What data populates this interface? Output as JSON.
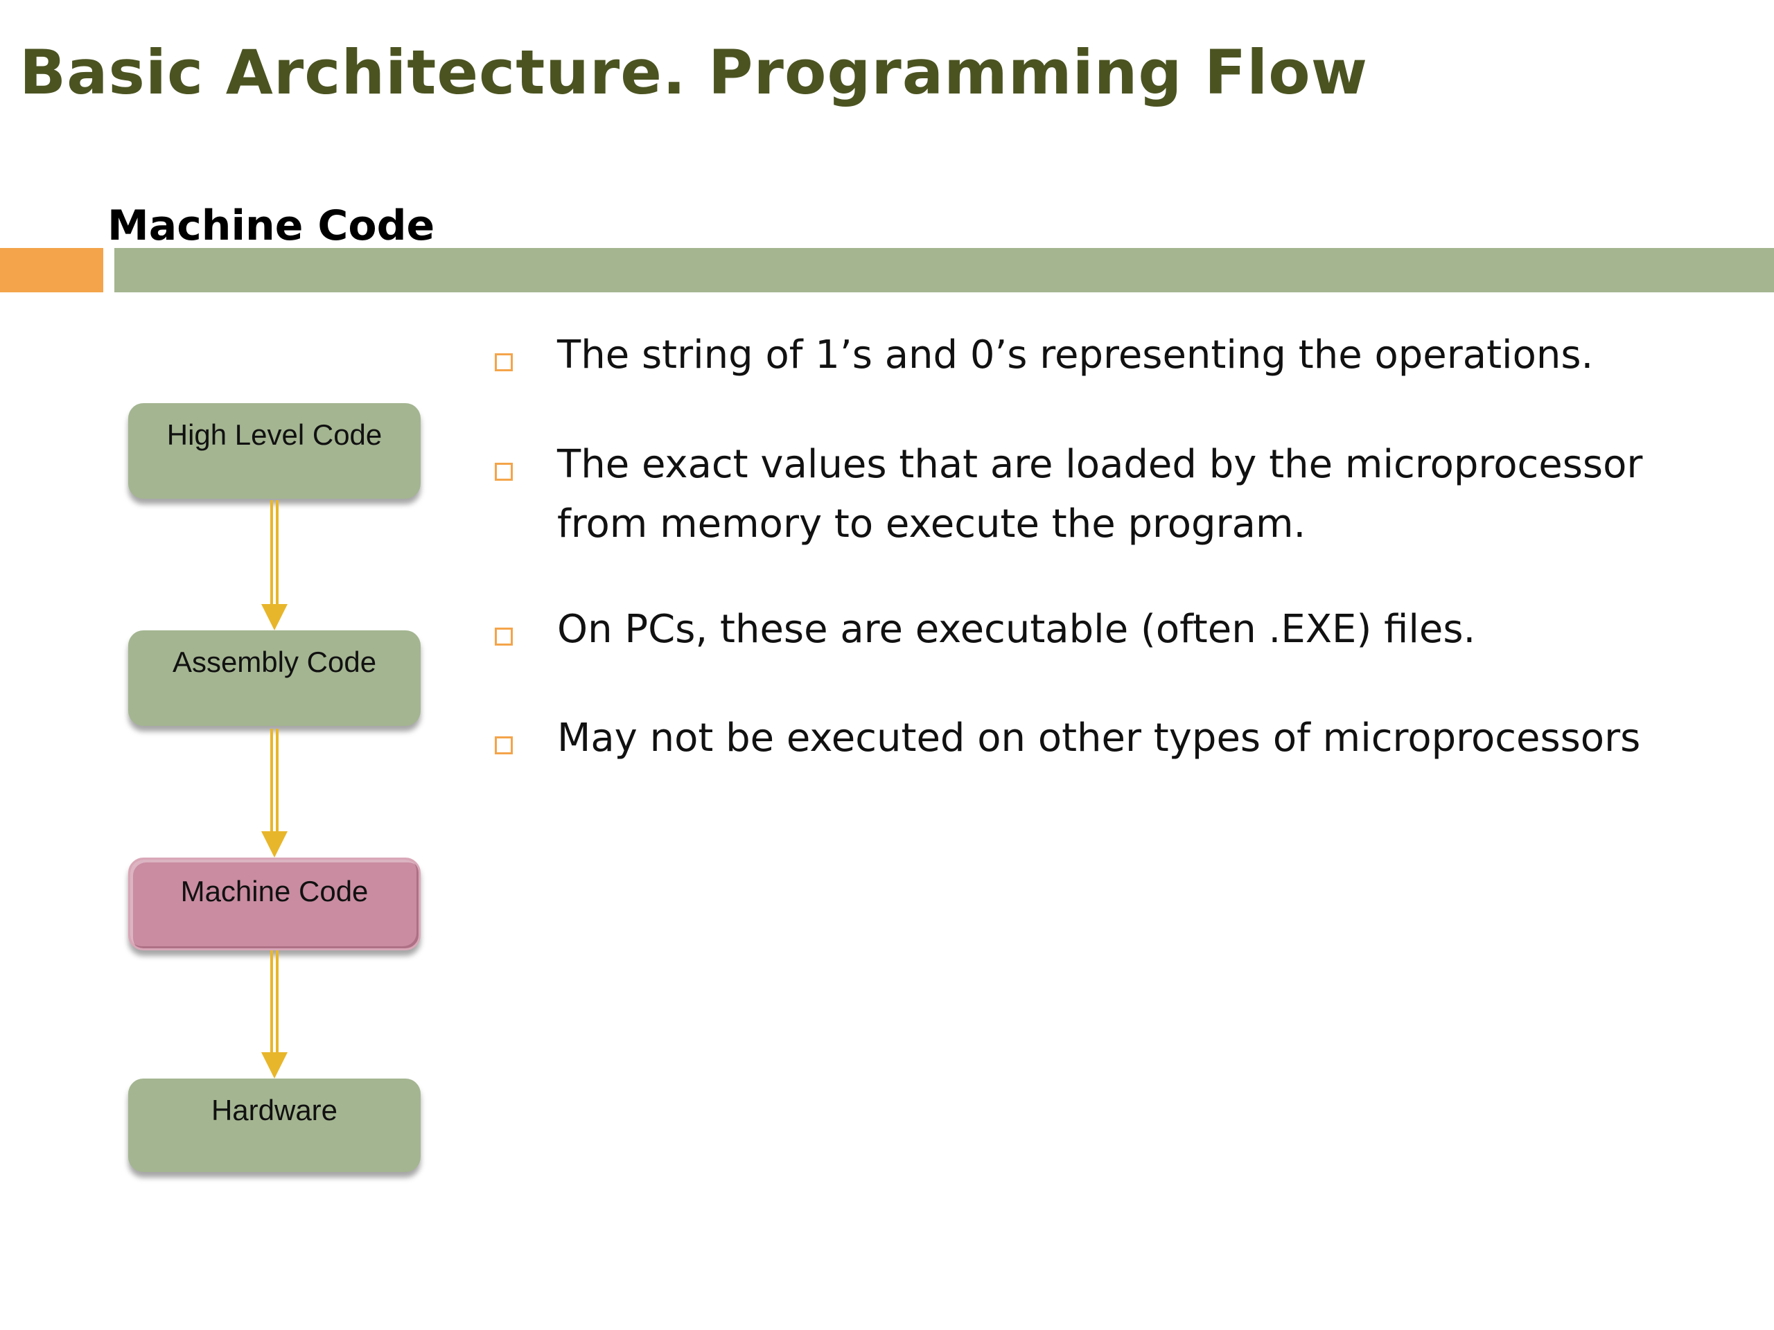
{
  "slide": {
    "title": "Basic Architecture. Programming Flow",
    "subtitle": "Machine Code",
    "colors": {
      "title": "#4b5321",
      "accent_orange": "#f4a44a",
      "accent_green": "#a4b590",
      "highlight_pink": "#c98ca1",
      "arrow": "#e8b62a"
    }
  },
  "flow": {
    "steps": [
      {
        "label": "High Level Code",
        "highlighted": false
      },
      {
        "label": "Assembly Code",
        "highlighted": false
      },
      {
        "label": "Machine Code",
        "highlighted": true
      },
      {
        "label": "Hardware",
        "highlighted": false
      }
    ]
  },
  "bullets": [
    {
      "lines": [
        "The string of 1’s and 0’s representing the operations."
      ]
    },
    {
      "lines": [
        "The exact values that are loaded by the microprocessor",
        "from memory to execute the program."
      ]
    },
    {
      "lines": [
        "On PCs, these are executable (often .EXE) files."
      ]
    },
    {
      "lines": [
        "May not be executed on other types of microprocessors"
      ]
    }
  ]
}
